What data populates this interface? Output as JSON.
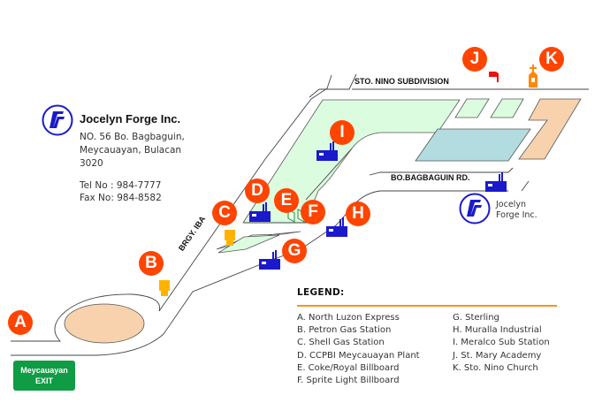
{
  "company": {
    "name": "Jocelyn Forge Inc.",
    "address_lines": [
      "NO. 56 Bo. Bagbaguin,",
      "Meycauayan, Bulacan",
      "3020"
    ],
    "tel": "Tel No : 984-7777",
    "fax": "Fax No: 984-8582",
    "logo_icon": "jf-logo-icon",
    "small_label_lines": [
      "Jocelyn",
      "Forge Inc."
    ]
  },
  "roads": {
    "sto_nino": "STO. NINO SUBDIVISION",
    "bagbaguin": "BO.BAGBAGUIN RD.",
    "brgy_iba": "BRGY. IBA"
  },
  "exit_sign": {
    "line1": "Meycauayan",
    "line2": "EXIT",
    "color": "#109c44"
  },
  "markers": [
    {
      "letter": "A",
      "icon": "none"
    },
    {
      "letter": "B",
      "icon": "gas-pump-icon"
    },
    {
      "letter": "C",
      "icon": "gas-pump-icon"
    },
    {
      "letter": "D",
      "icon": "factory-icon"
    },
    {
      "letter": "E",
      "icon": "billboard-icon"
    },
    {
      "letter": "F",
      "icon": "billboard-icon"
    },
    {
      "letter": "G",
      "icon": "factory-icon"
    },
    {
      "letter": "H",
      "icon": "factory-icon"
    },
    {
      "letter": "I",
      "icon": "factory-icon"
    },
    {
      "letter": "J",
      "icon": "flag-icon"
    },
    {
      "letter": "K",
      "icon": "church-icon"
    }
  ],
  "legend": {
    "title": "LEGEND:",
    "left": [
      "A. North Luzon Express",
      "B. Petron Gas Station",
      "C. Shell Gas Station",
      "D. CCPBI Meycauayan Plant",
      "E. Coke/Royal Billboard",
      "F. Sprite Light Billboard"
    ],
    "right": [
      "G. Sterling",
      "H. Muralla Industrial",
      "I. Meralco Sub Station",
      "J. St. Mary Academy",
      "K. Sto. Nino Church"
    ]
  },
  "colors": {
    "marker": "#ff4400",
    "factory": "#1a1acc",
    "gas": "#ffb300",
    "green_area": "#dcfce0",
    "blue_area": "#b3dce0",
    "peach_area": "#f7d2ad",
    "legend_rule": "#f7941d"
  }
}
